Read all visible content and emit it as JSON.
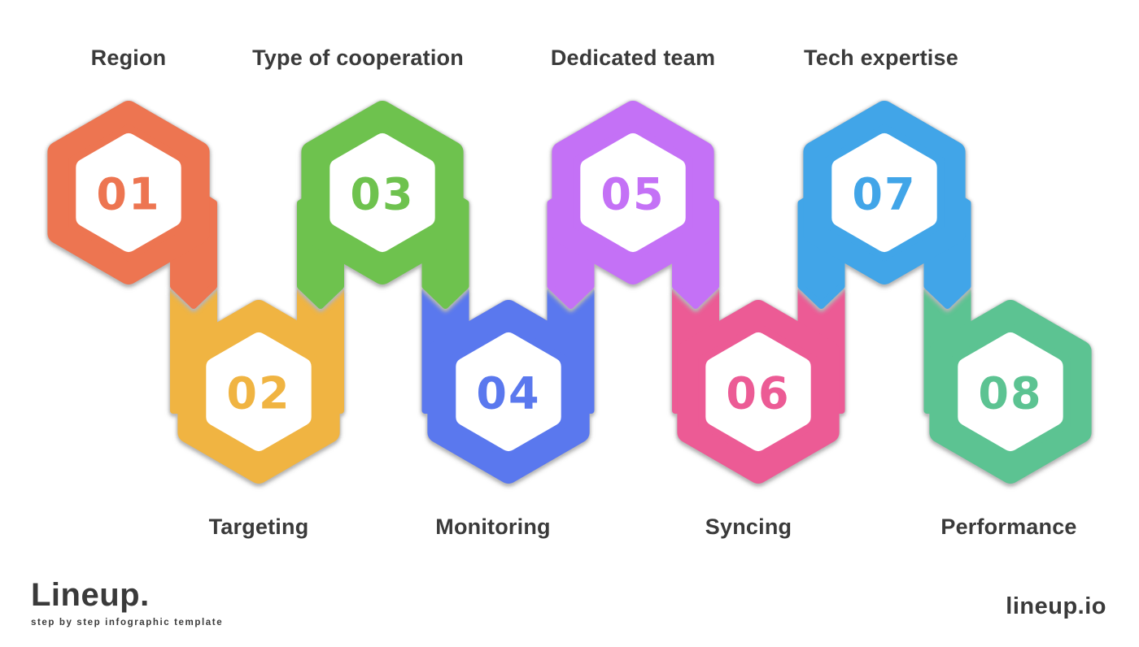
{
  "steps": [
    {
      "number": "01",
      "label": "Region",
      "color": "#ED7551",
      "row": "top"
    },
    {
      "number": "02",
      "label": "Targeting",
      "color": "#F0B442",
      "row": "bottom"
    },
    {
      "number": "03",
      "label": "Type of cooperation",
      "color": "#6EC24E",
      "row": "top"
    },
    {
      "number": "04",
      "label": "Monitoring",
      "color": "#5A78EE",
      "row": "bottom"
    },
    {
      "number": "05",
      "label": "Dedicated team",
      "color": "#C471F6",
      "row": "top"
    },
    {
      "number": "06",
      "label": "Syncing",
      "color": "#EC5B95",
      "row": "bottom"
    },
    {
      "number": "07",
      "label": "Tech expertise",
      "color": "#41A5E8",
      "row": "top"
    },
    {
      "number": "08",
      "label": "Performance",
      "color": "#5CC392",
      "row": "bottom"
    }
  ],
  "footer": {
    "logo": "Lineup.",
    "tagline": "step by step infographic template",
    "site": "lineup.io"
  },
  "colors": {
    "background": "#ffffff",
    "shadow": "#b6b6b6",
    "label": "#3a3a3a"
  }
}
